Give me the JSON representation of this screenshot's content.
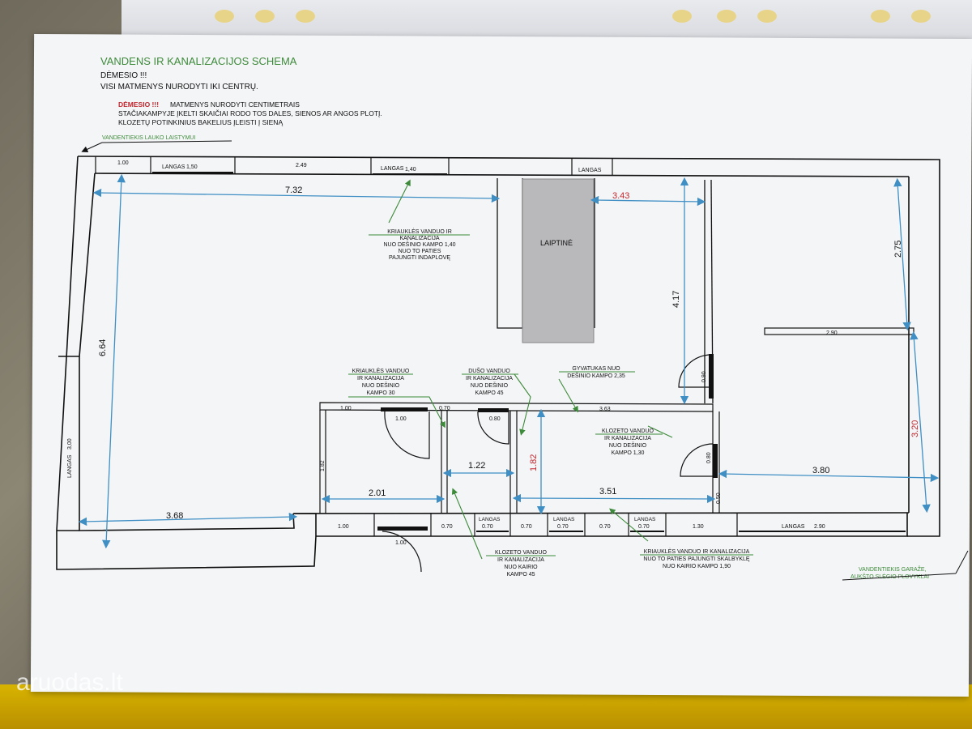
{
  "header": {
    "title": "VANDENS IR KANALIZACIJOS SCHEMA",
    "line1": "DĖMESIO !!!",
    "line2": "VISI MATMENYS NURODYTI IKI CENTRŲ.",
    "note_red": "DĖMESIO !!!",
    "note_line1": "MATMENYS NURODYTI CENTIMETRAIS",
    "note_line2": "STAČIAKAMPYJE ĮKELTI SKAIČIAI RODO TOS DALES, SIENOS AR ANGOS PLOTĮ.",
    "note_line3": "KLOZETŲ POTINKINIUS BAKELIUS ĮLEISTI Į SIENĄ"
  },
  "labels": {
    "outdoor_water": "VANDENTIEKIS LAUKO LAISTYMUI",
    "garage_water_1": "VANDENTIEKIS GARAŽE,",
    "garage_water_2": "AUKŠTO SLĖGIO PLOVYKLAI",
    "stair": "LAIPTINĖ",
    "watermark": "aruodas.lt"
  },
  "top_wall": {
    "w1": "1.00",
    "langas1": "LANGAS",
    "w2": "1,50",
    "w3": "2.49",
    "langas2": "LANGAS",
    "w4": "1,40",
    "langas3": "LANGAS"
  },
  "left_wall": {
    "langas": "LANGAS",
    "w": "3,00"
  },
  "dimensions": {
    "d732": "7.32",
    "d343": "3.43",
    "d664": "6.64",
    "d417": "4.17",
    "d275": "2.75",
    "d320": "3.20",
    "d380": "3.80",
    "d368": "3.68",
    "d201": "2.01",
    "d122": "1.22",
    "d182": "1.82",
    "d351": "3.51",
    "d182b": "1.82",
    "d290": "2.90",
    "d090": "0.90",
    "d080": "0.80",
    "d050": "0.50"
  },
  "inner_wall": {
    "a": "1.00",
    "b": "0.70",
    "c": "3.63",
    "door1": "1.00",
    "door2": "0.80"
  },
  "bottom_wall": {
    "a": "1.00",
    "b": "0.70",
    "langas": "LANGAS",
    "c": "0.70",
    "d": "0.70",
    "e": "0.70",
    "f": "0.70",
    "g": "0.70",
    "h": "1.30",
    "i": "2.90",
    "door": "1.00"
  },
  "annotations": {
    "kriaukles_top": [
      "KRIAUKLĖS VANDUO IR",
      "KANALIZACIJA",
      "NUO DEŠINIO KAMPO 1,40",
      "NUO TO PATIES",
      "PAJUNGTI INDAPLOVĘ"
    ],
    "kriaukles_mid": [
      "KRIAUKLĖS VANDUO",
      "IR KANALIZACIJA",
      "NUO DEŠINIO",
      "KAMPO 30"
    ],
    "duso": [
      "DUŠO VANDUO",
      "IR KANALIZACIJA",
      "NUO DEŠINIO",
      "KAMPO 45"
    ],
    "gyvatukas": [
      "GYVATUKAS NUO",
      "DEŠINIO KAMPO 2,35"
    ],
    "klozeto_right": [
      "KLOZETO VANDUO",
      "IR KANALIZACIJA",
      "NUO DEŠINIO",
      "KAMPO 1,30"
    ],
    "klozeto_bottom": [
      "KLOZETO VANDUO",
      "IR KANALIZACIJA",
      "NUO KAIRIO",
      "KAMPO 45"
    ],
    "kriaukles_bottom": [
      "KRIAUKLĖS VANDUO IR KANALIZACIJA",
      "NUO TO PATIES PAJUNGTI SKALBYKLĘ",
      "NUO KAIRIO KAMPO 1,90"
    ]
  },
  "colors": {
    "accent_green": "#3d8a3a",
    "dim_blue": "#3f8fc4",
    "red": "#c0282f",
    "wall": "#111111"
  }
}
